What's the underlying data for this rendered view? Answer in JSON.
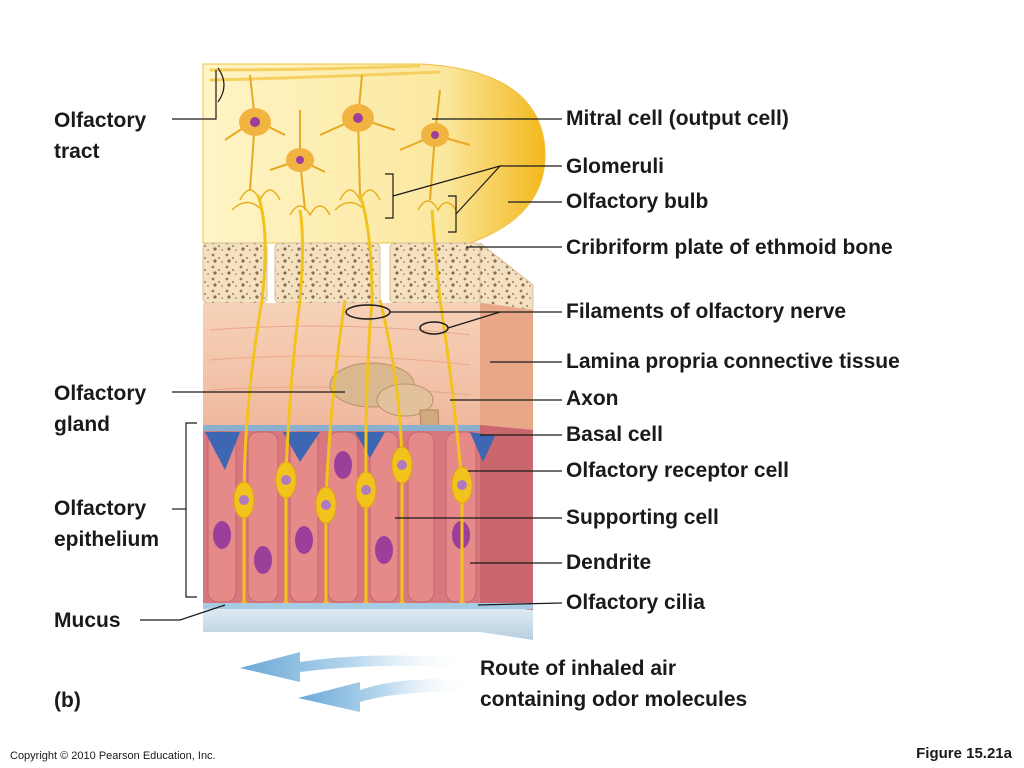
{
  "labels": {
    "mitral_cell": "Mitral cell (output cell)",
    "glomeruli": "Glomeruli",
    "olfactory_bulb": "Olfactory bulb",
    "cribriform_plate": "Cribriform plate of ethmoid bone",
    "filaments": "Filaments of olfactory nerve",
    "lamina_propria": "Lamina propria connective tissue",
    "axon": "Axon",
    "basal_cell": "Basal cell",
    "receptor_cell": "Olfactory receptor cell",
    "supporting_cell": "Supporting cell",
    "dendrite": "Dendrite",
    "cilia": "Olfactory cilia",
    "olfactory_tract_1": "Olfactory",
    "olfactory_tract_2": "tract",
    "olfactory_gland_1": "Olfactory",
    "olfactory_gland_2": "gland",
    "olfactory_epithelium_1": "Olfactory",
    "olfactory_epithelium_2": "epithelium",
    "mucus": "Mucus",
    "route_air_1": "Route of inhaled air",
    "route_air_2": "containing odor molecules",
    "panel": "(b)"
  },
  "footer": {
    "copyright": "Copyright © 2010 Pearson Education, Inc.",
    "figure": "Figure 15.21a"
  },
  "colors": {
    "bulb": "#fbe8a0",
    "bulb_edge": "#f3b81c",
    "nerve": "#f2c31c",
    "bone": "#f1dcb8",
    "lamina": "#f3c4a8",
    "epithelium": "#d9777e",
    "supporting_cell": "#e58a88",
    "basal_cell": "#3d67b3",
    "nucleus": "#9c3f9b",
    "mucus": "#cfe0ec",
    "air_arrow": "#7fb6dc",
    "leader": "#1a1a1a"
  }
}
